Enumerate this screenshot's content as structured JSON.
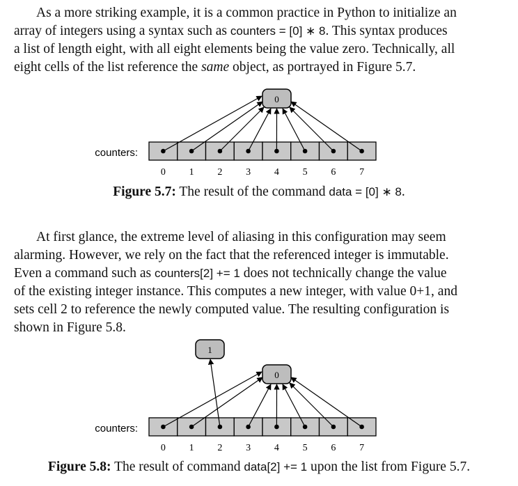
{
  "paragraph1": {
    "l1": "As a more striking example, it is a common practice in Python to initialize an",
    "l2_pre": "array of integers using a syntax such as ",
    "l2_code": "counters = [0] ∗ 8",
    "l2_post": ". This syntax produces",
    "l3": "a list of length eight, with all eight elements being the value zero. Technically, all",
    "l4_pre": "eight cells of the list reference the ",
    "l4_em": "same",
    "l4_post": " object, as portrayed in Figure 5.7."
  },
  "figure1": {
    "array_label": "counters:",
    "indices": [
      "0",
      "1",
      "2",
      "3",
      "4",
      "5",
      "6",
      "7"
    ],
    "shared_value": "0",
    "caption_label": "Figure 5.7:",
    "caption_pre": " The result of the command ",
    "caption_code": "data = [0] ∗ 8",
    "caption_post": "."
  },
  "paragraph2": {
    "l1": "At first glance, the extreme level of aliasing in this configuration may seem",
    "l2": "alarming. However, we rely on the fact that the referenced integer is immutable.",
    "l3_pre": "Even a command such as ",
    "l3_code": "counters[2] += 1",
    "l3_post": " does not technically change the value",
    "l4": "of the existing integer instance. This computes a new integer, with value 0+1, and",
    "l5": "sets cell 2 to reference the newly computed value. The resulting configuration is",
    "l6": "shown in Figure 5.8."
  },
  "figure2": {
    "array_label": "counters:",
    "indices": [
      "0",
      "1",
      "2",
      "3",
      "4",
      "5",
      "6",
      "7"
    ],
    "shared_value": "0",
    "new_value": "1",
    "caption_label": "Figure 5.8:",
    "caption_pre": " The result of command ",
    "caption_code": "data[2] += 1",
    "caption_post": " upon the list from Figure 5.7."
  },
  "colors": {
    "cell_fill": "#c8c8c8",
    "box_fill": "#bdbdbd",
    "stroke": "#000000"
  }
}
